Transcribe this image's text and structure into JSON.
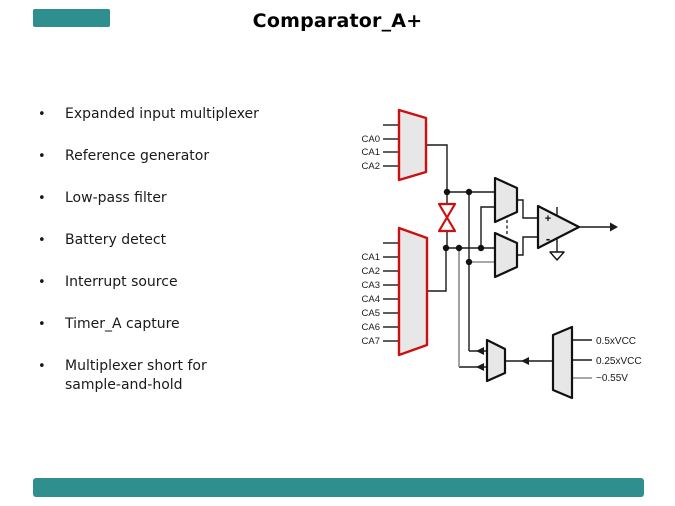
{
  "title": "Comparator_A+",
  "bullets": [
    "Expanded input multiplexer",
    "Reference generator",
    "Low-pass filter",
    "Battery detect",
    "Interrupt source",
    "Timer_A capture",
    "Multiplexer short for\nsample-and-hold"
  ],
  "diagram": {
    "top_mux_inputs": [
      "CA0",
      "CA1",
      "CA2"
    ],
    "bottom_mux_inputs": [
      "CA1",
      "CA2",
      "CA3",
      "CA4",
      "CA5",
      "CA6",
      "CA7"
    ],
    "reference_inputs": [
      "0.5xVCC",
      "0.25xVCC",
      "~0.55V"
    ],
    "comparator": {
      "plus": "+",
      "minus": "-"
    }
  },
  "colors": {
    "accent_teal": "#2F8F8F",
    "mux_red": "#CC1010",
    "shape_fill": "#E7E7E7",
    "wire_gray": "#8C8C8C",
    "wire_black": "#1A1A1A"
  }
}
